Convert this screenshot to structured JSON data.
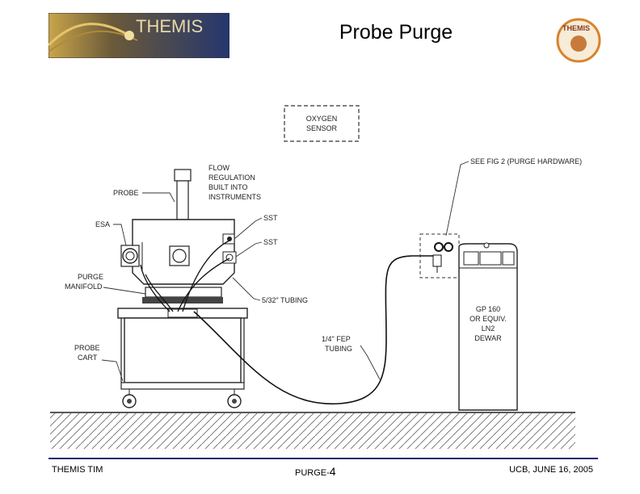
{
  "header": {
    "logo_text": "THEMIS",
    "title": "Probe Purge",
    "seal_text": "THEMIS"
  },
  "diagram": {
    "labels": {
      "oxygen_sensor_1": "OXYGEN",
      "oxygen_sensor_2": "SENSOR",
      "flow_1": "FLOW",
      "flow_2": "REGULATION",
      "flow_3": "BUILT INTO",
      "flow_4": "INSTRUMENTS",
      "probe": "PROBE",
      "esa": "ESA",
      "sst_1": "SST",
      "sst_2": "SST",
      "purge_1": "PURGE",
      "purge_2": "MANIFOLD",
      "tubing_532": "5/32\" TUBING",
      "fep_1": "1/4\" FEP",
      "fep_2": "TUBING",
      "cart_1": "PROBE",
      "cart_2": "CART",
      "see_fig": "SEE FIG 2 (PURGE HARDWARE)",
      "dewar_1": "GP 160",
      "dewar_2": "OR EQUIV.",
      "dewar_3": "LN2",
      "dewar_4": "DEWAR"
    }
  },
  "footer": {
    "left": "THEMIS TIM",
    "middle_prefix": "PURGE-",
    "middle_num": "4",
    "right": "UCB, JUNE 16, 2005"
  },
  "colors": {
    "logo_bg": "#2a3c78",
    "logo_text": "#e8d8a8",
    "footer_rule": "#1a2a6c",
    "seal_orange": "#d9822b"
  }
}
